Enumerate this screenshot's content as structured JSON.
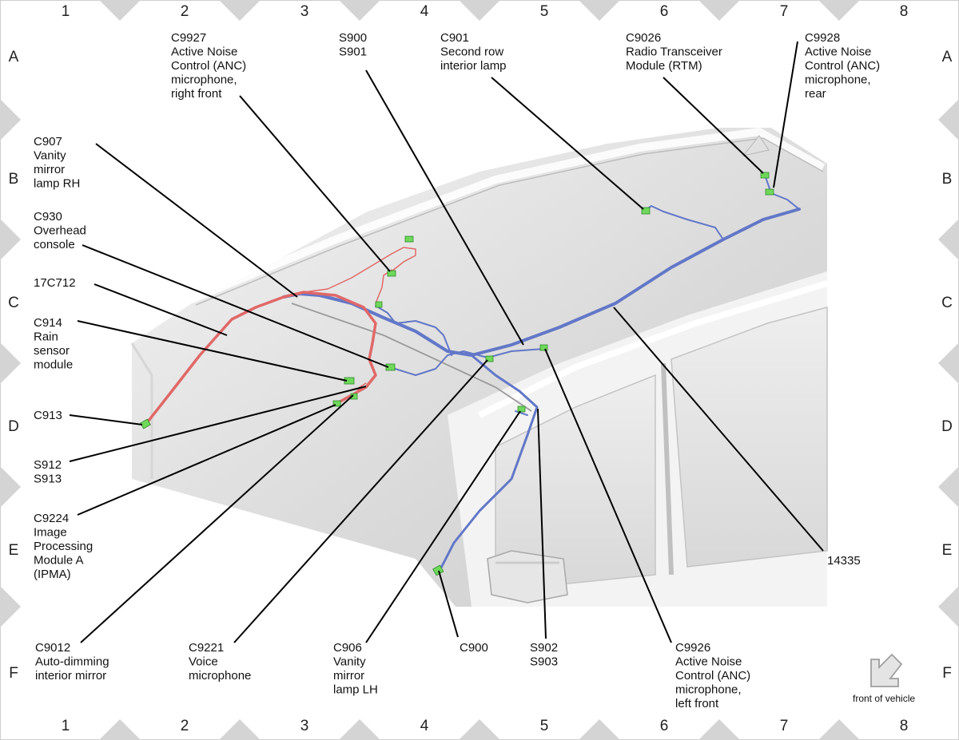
{
  "grid": {
    "columns": [
      "1",
      "2",
      "3",
      "4",
      "5",
      "6",
      "7",
      "8"
    ],
    "rows": [
      "A",
      "B",
      "C",
      "D",
      "E",
      "F"
    ]
  },
  "callouts": {
    "c9927": [
      "C9927",
      "Active Noise",
      "Control (ANC)",
      "microphone,",
      "right front"
    ],
    "s900": [
      "S900",
      "S901"
    ],
    "c901": [
      "C901",
      "Second row",
      "interior lamp"
    ],
    "c9026": [
      "C9026",
      "Radio Transceiver",
      "Module (RTM)"
    ],
    "c9928": [
      "C9928",
      "Active Noise",
      "Control (ANC)",
      "microphone,",
      "rear"
    ],
    "c907": [
      "C907",
      "Vanity",
      "mirror",
      "lamp RH"
    ],
    "c930": [
      "C930",
      "Overhead",
      "console"
    ],
    "c17c712": [
      "17C712"
    ],
    "c914": [
      "C914",
      "Rain",
      "sensor",
      "module"
    ],
    "c913": [
      "C913"
    ],
    "s912": [
      "S912",
      "S913"
    ],
    "c9224": [
      "C9224",
      "Image",
      "Processing",
      "Module A",
      "(IPMA)"
    ],
    "c9012": [
      "C9012",
      "Auto-dimming",
      "interior mirror"
    ],
    "c9221": [
      "C9221",
      "Voice",
      "microphone"
    ],
    "c906": [
      "C906",
      "Vanity",
      "mirror",
      "lamp LH"
    ],
    "c900": [
      "C900"
    ],
    "s902": [
      "S902",
      "S903"
    ],
    "c9926": [
      "C9926",
      "Active Noise",
      "Control (ANC)",
      "microphone,",
      "left front"
    ],
    "c14335": [
      "14335"
    ]
  },
  "front_indicator": {
    "label": "front of vehicle",
    "icon": "arrow-down-left-icon"
  },
  "colors": {
    "harness_blue": "#6277c7",
    "harness_red": "#e06868",
    "connector": "#6fd85a",
    "border_diamond": "#d4d4d4"
  }
}
